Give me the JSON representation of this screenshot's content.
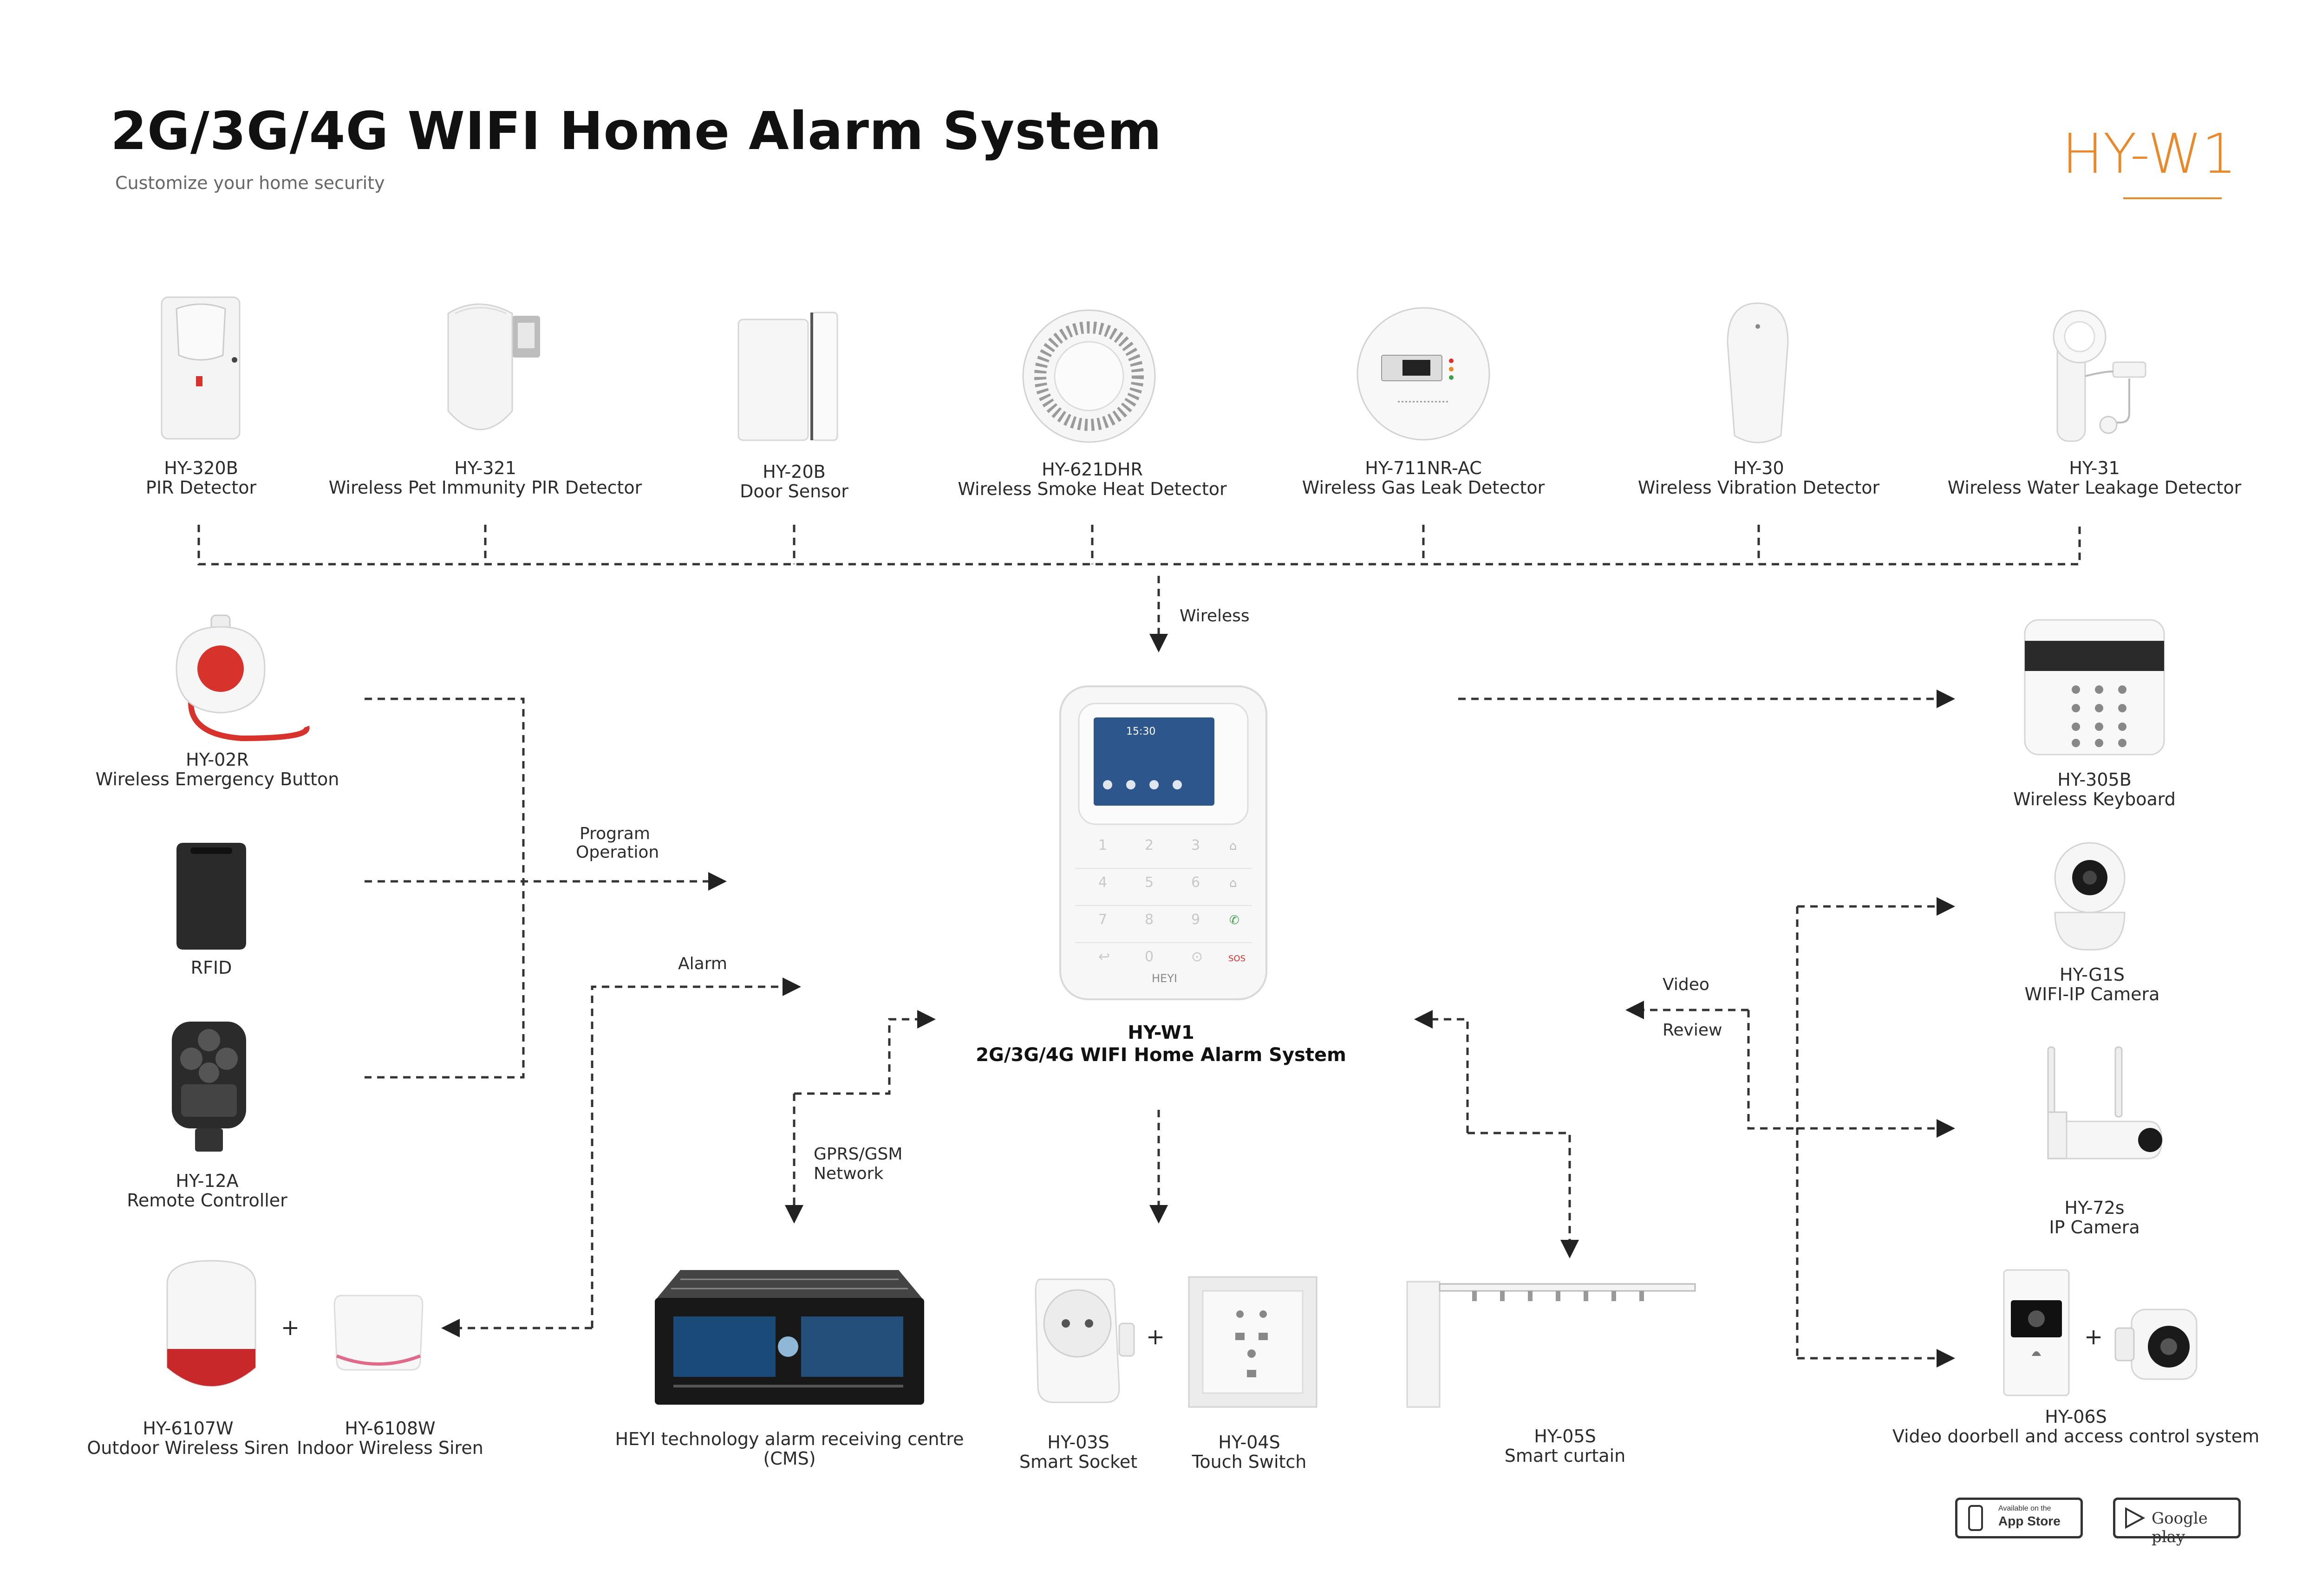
{
  "header": {
    "title": "2G/3G/4G WIFI Home Alarm System",
    "subtitle": "Customize your home security",
    "brand": "HY-W1"
  },
  "colors": {
    "accent": "#e8892b",
    "line": "#333333",
    "red": "#d7322b"
  },
  "sensors": [
    {
      "model": "HY-320B",
      "name": "PIR Detector",
      "icon": "pir-detector-icon"
    },
    {
      "model": "HY-321",
      "name": "Wireless Pet Immunity PIR Detector",
      "icon": "pet-pir-detector-icon"
    },
    {
      "model": "HY-20B",
      "name": "Door Sensor",
      "icon": "door-sensor-icon"
    },
    {
      "model": "HY-621DHR",
      "name": "Wireless Smoke Heat Detector",
      "icon": "smoke-detector-icon"
    },
    {
      "model": "HY-711NR-AC",
      "name": "Wireless Gas Leak Detector",
      "icon": "gas-detector-icon"
    },
    {
      "model": "HY-30",
      "name": "Wireless Vibration Detector",
      "icon": "vibration-detector-icon"
    },
    {
      "model": "HY-31",
      "name": "Wireless Water Leakage Detector",
      "icon": "water-leak-detector-icon"
    }
  ],
  "left_devices": [
    {
      "model": "HY-02R",
      "name": "Wireless Emergency Button",
      "icon": "emergency-button-icon"
    },
    {
      "model": "",
      "name": "RFID",
      "icon": "rfid-tag-icon"
    },
    {
      "model": "HY-12A",
      "name": "Remote Controller",
      "icon": "remote-controller-icon"
    }
  ],
  "sirens": [
    {
      "model": "HY-6107W",
      "name": "Outdoor Wireless Siren",
      "icon": "outdoor-siren-icon"
    },
    {
      "model": "HY-6108W",
      "name": "Indoor Wireless Siren",
      "icon": "indoor-siren-icon"
    }
  ],
  "hub": {
    "model": "HY-W1",
    "name": "2G/3G/4G WIFI Home Alarm System",
    "screen_time": "15:30",
    "sos_label": "SOS",
    "brand_label": "HEYI"
  },
  "cms": {
    "name": "HEYI technology alarm receiving centre",
    "abbr": "(CMS)"
  },
  "smart_home": [
    {
      "model": "HY-03S",
      "name": "Smart Socket",
      "icon": "smart-socket-icon"
    },
    {
      "model": "HY-04S",
      "name": "Touch Switch",
      "icon": "touch-switch-icon"
    },
    {
      "model": "HY-05S",
      "name": "Smart curtain",
      "icon": "smart-curtain-icon"
    }
  ],
  "right_devices": [
    {
      "model": "HY-305B",
      "name": "Wireless Keyboard",
      "icon": "wireless-keyboard-icon"
    },
    {
      "model": "HY-G1S",
      "name": "WIFI-IP Camera",
      "icon": "wifi-camera-icon"
    },
    {
      "model": "HY-72s",
      "name": "IP Camera",
      "icon": "ip-camera-icon"
    },
    {
      "model": "HY-06S",
      "name": "Video doorbell and access control system",
      "icon": "video-doorbell-icon"
    }
  ],
  "flow_labels": {
    "wireless": "Wireless",
    "program": "Program",
    "operation": "Operation",
    "alarm": "Alarm",
    "gprs": "GPRS/GSM",
    "network": "Network",
    "video": "Video",
    "review": "Review",
    "plus": "+"
  },
  "stores": {
    "appstore_small": "Available on the",
    "appstore": "App Store",
    "googleplay": "Google play"
  }
}
